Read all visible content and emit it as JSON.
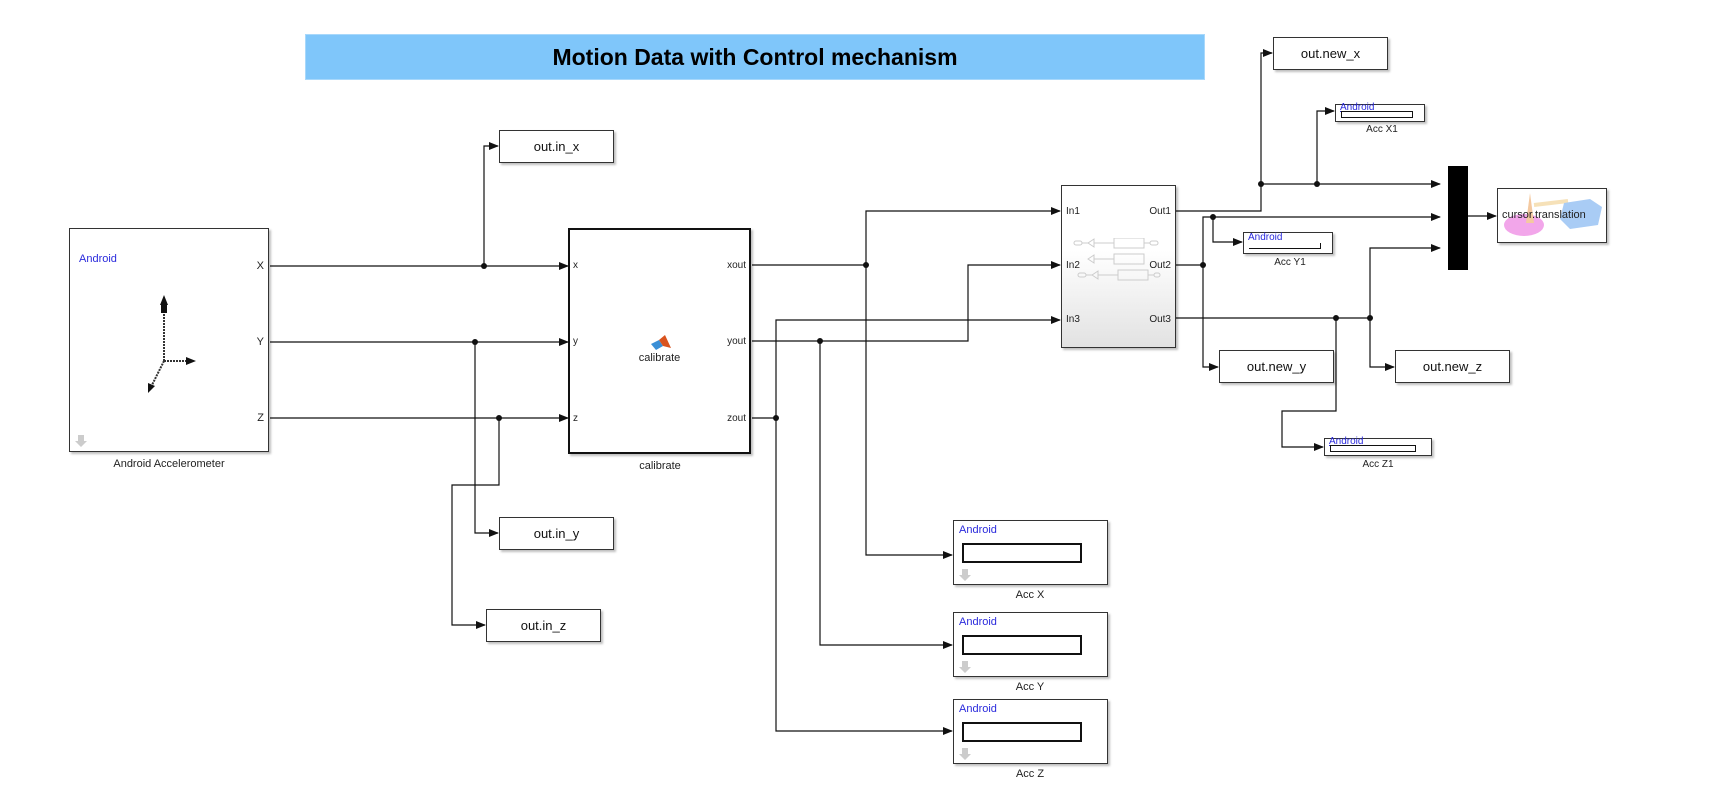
{
  "title": "Motion Data with Control mechanism",
  "blocks": {
    "accelerometer": {
      "badge": "Android",
      "caption": "Android Accelerometer",
      "ports_out": [
        "X",
        "Y",
        "Z"
      ]
    },
    "calibrate": {
      "icon": "matlab-function-icon",
      "center_label": "calibrate",
      "caption": "calibrate",
      "ports_in": [
        "x",
        "y",
        "z"
      ],
      "ports_out": [
        "xout",
        "yout",
        "zout"
      ]
    },
    "subsystem": {
      "ports_in": [
        "In1",
        "In2",
        "In3"
      ],
      "ports_out": [
        "Out1",
        "Out2",
        "Out3"
      ]
    },
    "to_workspace": {
      "in_x": "out.in_x",
      "in_y": "out.in_y",
      "in_z": "out.in_z",
      "new_x": "out.new_x",
      "new_y": "out.new_y",
      "new_z": "out.new_z"
    },
    "displays": {
      "acc_x": {
        "badge": "Android",
        "caption": "Acc X"
      },
      "acc_y": {
        "badge": "Android",
        "caption": "Acc Y"
      },
      "acc_z": {
        "badge": "Android",
        "caption": "Acc Z"
      },
      "acc_x1": {
        "badge": "Android",
        "caption": "Acc X1"
      },
      "acc_y1": {
        "badge": "Android",
        "caption": "Acc Y1"
      },
      "acc_z1": {
        "badge": "Android",
        "caption": "Acc Z1"
      }
    },
    "vr_sink": {
      "label": "cursor.translation"
    },
    "mux": {
      "inputs": 3
    }
  },
  "colors": {
    "title_bg": "#7fc6fa",
    "android_text": "#2a2adc",
    "wire": "#111111"
  }
}
